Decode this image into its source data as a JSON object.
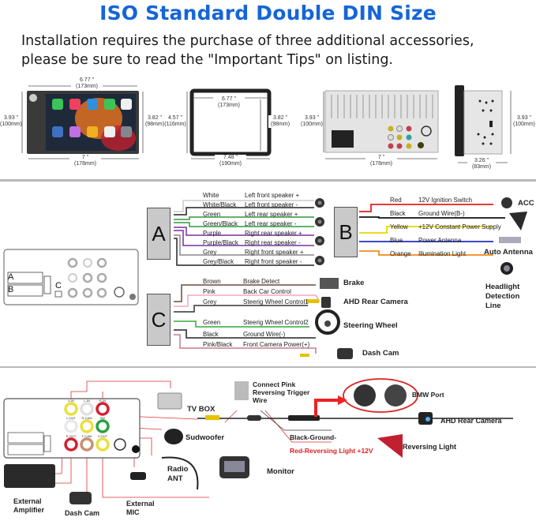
{
  "header": {
    "title": "ISO Standard Double DIN  Size",
    "subtitle_line1": "Installation requires the purchase of three additional accessories,",
    "subtitle_line2": "please be sure to read the \"Important Tips\" on listing."
  },
  "dimensions": {
    "front": {
      "top_in": "6.77 \"",
      "top_mm": "(173mm)",
      "left_in": "3.93 \"",
      "left_mm": "(100mm)",
      "right_in": "3.82 \"",
      "right_mm": "(98mm)",
      "bottom_in": "7 \"",
      "bottom_mm": "(178mm)"
    },
    "frame": {
      "inner_in": "6.77 \"",
      "inner_mm": "(173mm)",
      "left_in": "4.57 \"",
      "left_mm": "(116mm)",
      "right_in": "3.82 \"",
      "right_mm": "(98mm)",
      "bottom_in": "7.48 \"",
      "bottom_mm": "(190mm)"
    },
    "back": {
      "left_in": "3.93 \"",
      "left_mm": "(100mm)",
      "bottom_in": "7 \"",
      "bottom_mm": "(178mm)"
    },
    "side": {
      "right_in": "3.93 \"",
      "right_mm": "(100mm)",
      "bottom_in": "3.26 \"",
      "bottom_mm": "(83mm)"
    }
  },
  "harness": {
    "connector_a": {
      "label": "A",
      "wires": [
        {
          "color_name": "White",
          "function": "Left front speaker +",
          "hex": "#cccccc"
        },
        {
          "color_name": "White/Black",
          "function": "Left front speaker -",
          "hex": "#222222"
        },
        {
          "color_name": "Green",
          "function": "Left rear speaker +",
          "hex": "#2e9a3a"
        },
        {
          "color_name": "Green/Black",
          "function": "Left rear speaker -",
          "hex": "#2e9a3a"
        },
        {
          "color_name": "Purple",
          "function": "Right rear speaker +",
          "hex": "#7b2fa0"
        },
        {
          "color_name": "Purple/Black",
          "function": "Right rear speaker -",
          "hex": "#7b2fa0"
        },
        {
          "color_name": "Grey",
          "function": "Right front speaker +",
          "hex": "#888888"
        },
        {
          "color_name": "Grey/Black",
          "function": "Right front speaker -",
          "hex": "#222222"
        }
      ]
    },
    "connector_b": {
      "label": "B",
      "wires": [
        {
          "color_name": "Red",
          "function": "12V Ignition Switch",
          "hex": "#e02020"
        },
        {
          "color_name": "Black",
          "function": "Ground Wire(B-)",
          "hex": "#111111"
        },
        {
          "color_name": "Yellow",
          "function": "+12V Constant Power Supply",
          "hex": "#e8d800"
        },
        {
          "color_name": "Blue",
          "function": "Power Antenna",
          "hex": "#1f2fc0"
        },
        {
          "color_name": "Orange",
          "function": "Illumination Light",
          "hex": "#f08a20"
        }
      ],
      "devices": [
        "ACC",
        "Auto Antenna",
        "Headlight Detection Line"
      ]
    },
    "connector_c": {
      "label": "C",
      "wires": [
        {
          "color_name": "Brown",
          "function": "Brake Detect",
          "hex": "#6a4a3a"
        },
        {
          "color_name": "Pink",
          "function": "Back Car Control",
          "hex": "#f0a8c0"
        },
        {
          "color_name": "Grey",
          "function": "Steerig Wheel Control1",
          "hex": "#333333"
        },
        {
          "color_name": "Green",
          "function": "Steerig Wheel Control2",
          "hex": "#2eaa3a"
        },
        {
          "color_name": "Black",
          "function": "Ground Wire(-)",
          "hex": "#222222"
        },
        {
          "color_name": "Pink/Black",
          "function": "Front Camera Power(+)",
          "hex": "#c77a8a"
        }
      ],
      "devices": [
        "Brake",
        "AHD Rear Camera",
        "Steering Wheel",
        "Dash Cam"
      ]
    },
    "unit_labels": {
      "a": "A",
      "b": "B",
      "c": "C"
    }
  },
  "connections": {
    "devices": {
      "tv_box": "TV BOX",
      "subwoofer": "Sudwoofer",
      "radio_ant_1": "Radio",
      "radio_ant_2": "ANT",
      "monitor": "Monitor",
      "external_amp_1": "External",
      "external_amp_2": "Amplifier",
      "dash_cam": "Dash Cam",
      "external_mic_1": "External",
      "external_mic_2": "MIC",
      "pink_wire_1": "Connect Pink",
      "pink_wire_2": "Reversing Trigger",
      "pink_wire_3": "Wire",
      "bmw_port": "BMW Port",
      "ahd_rear_camera": "AHD Rear Camera",
      "black_ground": "Black-Ground-",
      "red_reversing": "Red-Reversing Light +12V",
      "reversing_light": "Reversing Light"
    },
    "rca_ports": [
      {
        "label": "V-IN",
        "color": "#e8e040"
      },
      {
        "label": "L-IN",
        "color": "#e0e0e0"
      },
      {
        "label": "R-IN",
        "color": "#d42030"
      },
      {
        "label": "L-OUT",
        "color": "#e8e8e8"
      },
      {
        "label": "R-CAM",
        "color": "#e8e040"
      },
      {
        "label": "SW",
        "color": "#2aa040"
      },
      {
        "label": "R-OUT",
        "color": "#d42030"
      },
      {
        "label": "F-CAM",
        "color": "#c89070"
      },
      {
        "label": "V-OUT",
        "color": "#e8e040"
      }
    ],
    "ant_label": "ANT",
    "mic_label": "MIC"
  }
}
